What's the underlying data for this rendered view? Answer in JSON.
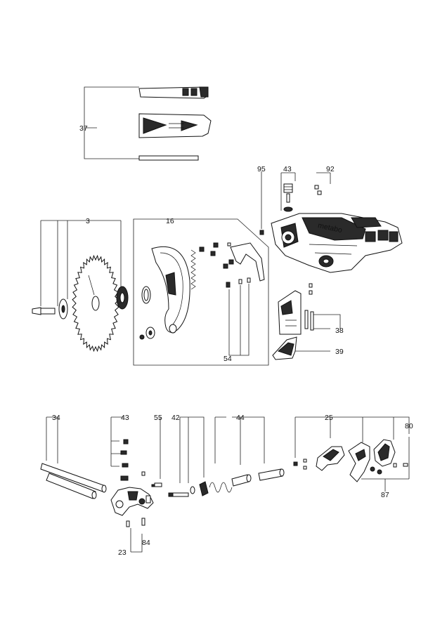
{
  "callouts": [
    {
      "id": "c37",
      "text": "37"
    },
    {
      "id": "c95",
      "text": "95"
    },
    {
      "id": "c43a",
      "text": "43"
    },
    {
      "id": "c92",
      "text": "92"
    },
    {
      "id": "c3",
      "text": "3"
    },
    {
      "id": "c16",
      "text": "16"
    },
    {
      "id": "c38",
      "text": "38"
    },
    {
      "id": "c39",
      "text": "39"
    },
    {
      "id": "c54",
      "text": "54"
    },
    {
      "id": "c34",
      "text": "34"
    },
    {
      "id": "c43b",
      "text": "43"
    },
    {
      "id": "c55",
      "text": "55"
    },
    {
      "id": "c42",
      "text": "42"
    },
    {
      "id": "c44",
      "text": "44"
    },
    {
      "id": "c25",
      "text": "25"
    },
    {
      "id": "c80",
      "text": "80"
    },
    {
      "id": "c87",
      "text": "87"
    },
    {
      "id": "c23",
      "text": "23"
    },
    {
      "id": "c84",
      "text": "84"
    }
  ],
  "brand_marking": "metabo",
  "colors": {
    "line": "#111111",
    "background": "#ffffff",
    "fill_dark": "#2a2a2a"
  }
}
